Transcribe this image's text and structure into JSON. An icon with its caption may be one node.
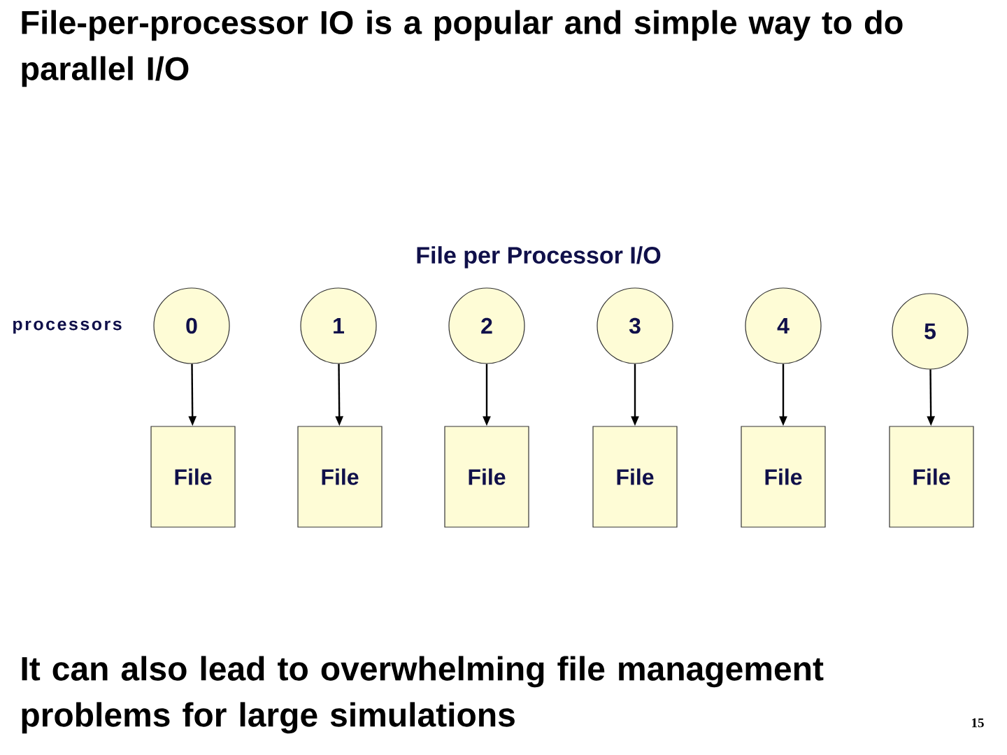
{
  "diagram": {
    "title": "File-per-processor IO is a popular and simple way to do parallel I/O",
    "caption": "It can also lead to overwhelming file management problems for large simulations",
    "nodes": [
      {
        "text": [
          "0"
        ]
      },
      {
        "text": [
          "1"
        ]
      },
      {
        "text": [
          "2"
        ]
      },
      {
        "text": [
          "3"
        ]
      },
      {
        "text": [
          "4"
        ]
      },
      {
        "text": [
          "5"
        ]
      },
      {
        "text": [
          "File"
        ]
      },
      {
        "text": [
          "File"
        ]
      },
      {
        "text": [
          "File"
        ]
      },
      {
        "text": [
          "File"
        ]
      },
      {
        "text": [
          "File"
        ]
      },
      {
        "text": [
          "File"
        ]
      }
    ],
    "edges": [
      {
        "from": 0,
        "to": 6,
        "arrow": "to"
      },
      {
        "from": 1,
        "to": 7,
        "arrow": "to"
      },
      {
        "from": 2,
        "to": 8,
        "arrow": "to"
      },
      {
        "from": 3,
        "to": 9,
        "arrow": "to"
      },
      {
        "from": 4,
        "to": 10,
        "arrow": "to"
      },
      {
        "from": 5,
        "to": 11,
        "arrow": "to"
      }
    ],
    "labels": [
      "File per Processor I/O",
      "processors",
      "15"
    ]
  }
}
